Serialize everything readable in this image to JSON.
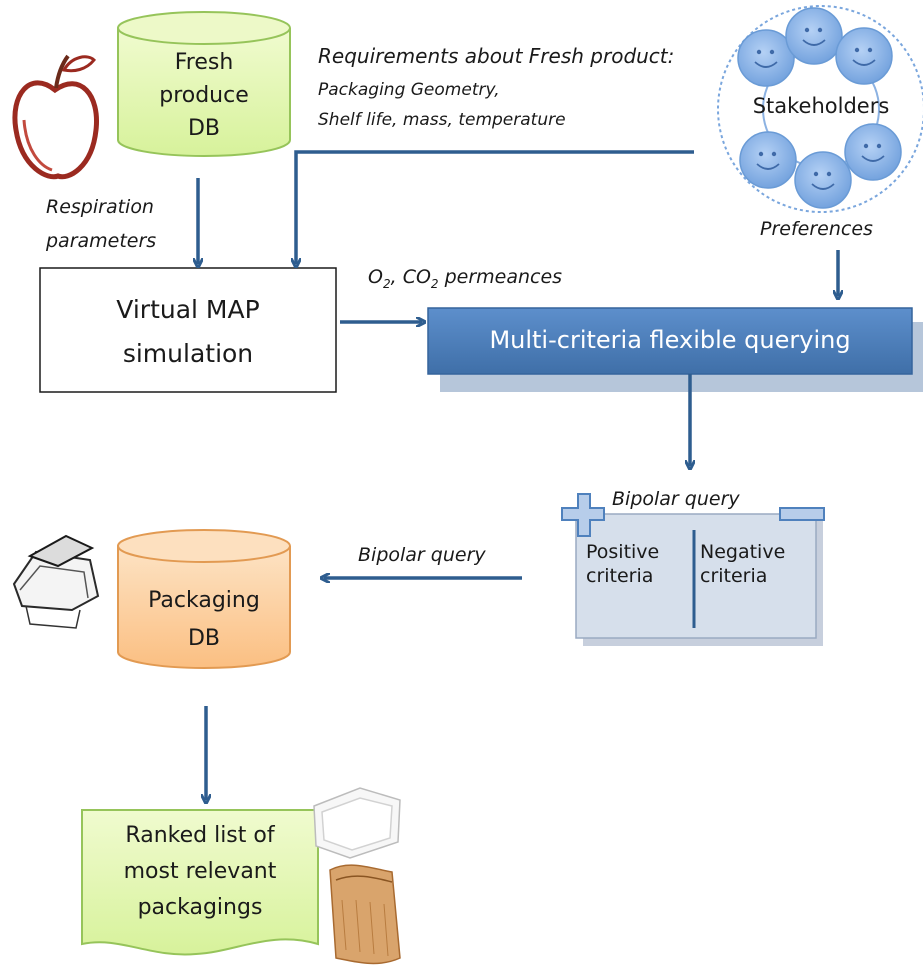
{
  "nodes": {
    "fresh_db": "Fresh\nproduce\nDB",
    "stakeholders": "Stakeholders",
    "virtual_map": "Virtual MAP\nsimulation",
    "mcfq": "Multi-criteria flexible querying",
    "packaging_db": "Packaging\nDB",
    "ranked_list": "Ranked list of\nmost relevant\npackagings"
  },
  "bipolar_box": {
    "title": "Bipolar query",
    "positive": "Positive\ncriteria",
    "negative": "Negative\ncriteria",
    "plus_symbol": "+",
    "minus_symbol": "−"
  },
  "edge_labels": {
    "requirements_title": "Requirements about Fresh product:",
    "requirements_line2": "Packaging Geometry,",
    "requirements_line3": "Shelf life, mass, temperature",
    "respiration": "Respiration\nparameters",
    "preferences": "Preferences",
    "permeances_o": "O",
    "permeances_o_sub": "2",
    "permeances_co": ", CO",
    "permeances_co_sub": "2",
    "permeances_rest": " permeances",
    "bipolar_query_edge": "Bipolar query"
  },
  "colors": {
    "arrow": "#2e5d8f",
    "fresh_db_fill": "#e3f7b6",
    "fresh_db_stroke": "#96c45a",
    "packaging_db_fill": "#fdd3a6",
    "packaging_db_stroke": "#e29a52",
    "ranked_list_fill": "#e3f7b6",
    "mcfq_fill": "#4f81bd",
    "bipolar_fill": "#d0dae8",
    "face_fill": "#8fb4e6"
  },
  "icons": [
    "apple-icon",
    "face-icon",
    "tray-icon",
    "container-icon"
  ]
}
